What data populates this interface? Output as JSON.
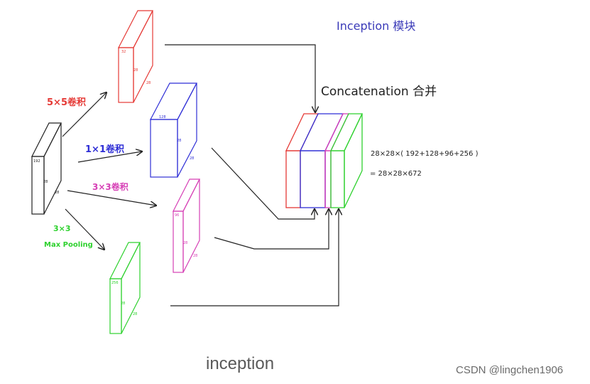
{
  "title": "Inception 模块",
  "concat_label": "Concatenation 合并",
  "branches": {
    "conv5": "5×5卷积",
    "conv1": "1×1卷积",
    "conv3": "3×3卷积",
    "pool_a": "3×3",
    "pool_b": "Max Pooling"
  },
  "input_dims": {
    "depth": "192",
    "h": "28",
    "w": "28"
  },
  "block_red_dims": {
    "depth": "32",
    "h": "28",
    "w": "28"
  },
  "block_blue_dims": {
    "depth": "128",
    "h": "28",
    "w": "28"
  },
  "block_pink_dims": {
    "depth": "96",
    "h": "28",
    "w": "28"
  },
  "block_green_dims": {
    "depth": "256",
    "h": "28",
    "w": "28"
  },
  "formula_1": "28×28×( 192+128+96+256 )",
  "formula_2": "= 28×28×672",
  "caption": "inception",
  "watermark": "CSDN @lingchen1906",
  "colors": {
    "red": "#e53935",
    "blue": "#2f2fd6",
    "pink": "#d63fb5",
    "green": "#2ed12e",
    "purple": "#8e2be0",
    "black": "#222222",
    "title_blue": "#3a3ab8"
  }
}
